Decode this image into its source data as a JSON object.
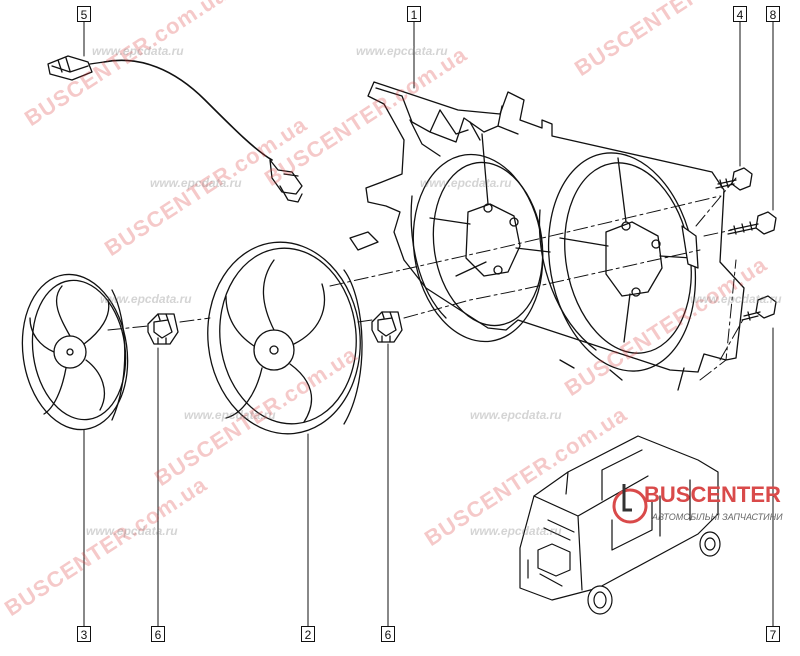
{
  "diagram": {
    "callouts": [
      {
        "id": "callout-1",
        "label": "1"
      },
      {
        "id": "callout-2",
        "label": "2"
      },
      {
        "id": "callout-3",
        "label": "3"
      },
      {
        "id": "callout-4",
        "label": "4"
      },
      {
        "id": "callout-5",
        "label": "5"
      },
      {
        "id": "callout-6a",
        "label": "6"
      },
      {
        "id": "callout-6b",
        "label": "6"
      },
      {
        "id": "callout-7",
        "label": "7"
      },
      {
        "id": "callout-8",
        "label": "8"
      }
    ],
    "watermarks": {
      "red": "BUSCENTER.com.ua",
      "grey": "www.epcdata.ru"
    },
    "logo": {
      "name": "BUSCENTER",
      "subtitle": "АВТОМОБІЛЬНІ ЗАПЧАСТИНИ"
    },
    "colors": {
      "line": "#111111",
      "watermark_red": "#d94a4a",
      "watermark_grey": "#888888"
    }
  }
}
